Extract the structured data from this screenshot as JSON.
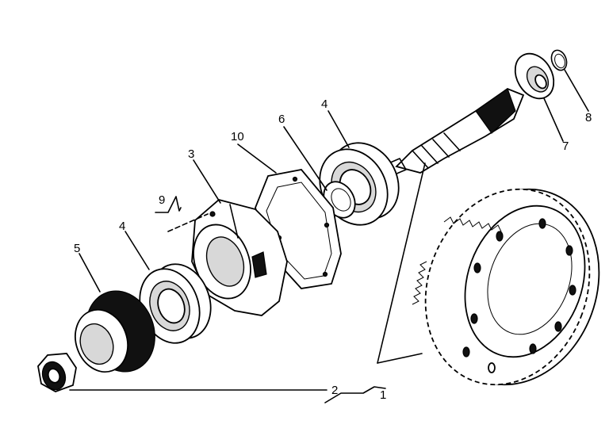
{
  "callouts": [
    {
      "id": "1",
      "text": "1"
    },
    {
      "id": "2",
      "text": "2"
    },
    {
      "id": "3",
      "text": "3"
    },
    {
      "id": "4a",
      "text": "4"
    },
    {
      "id": "4b",
      "text": "4"
    },
    {
      "id": "5",
      "text": "5"
    },
    {
      "id": "6",
      "text": "6"
    },
    {
      "id": "7",
      "text": "7"
    },
    {
      "id": "8",
      "text": "8"
    },
    {
      "id": "9",
      "text": "9"
    },
    {
      "id": "10",
      "text": "10"
    }
  ]
}
